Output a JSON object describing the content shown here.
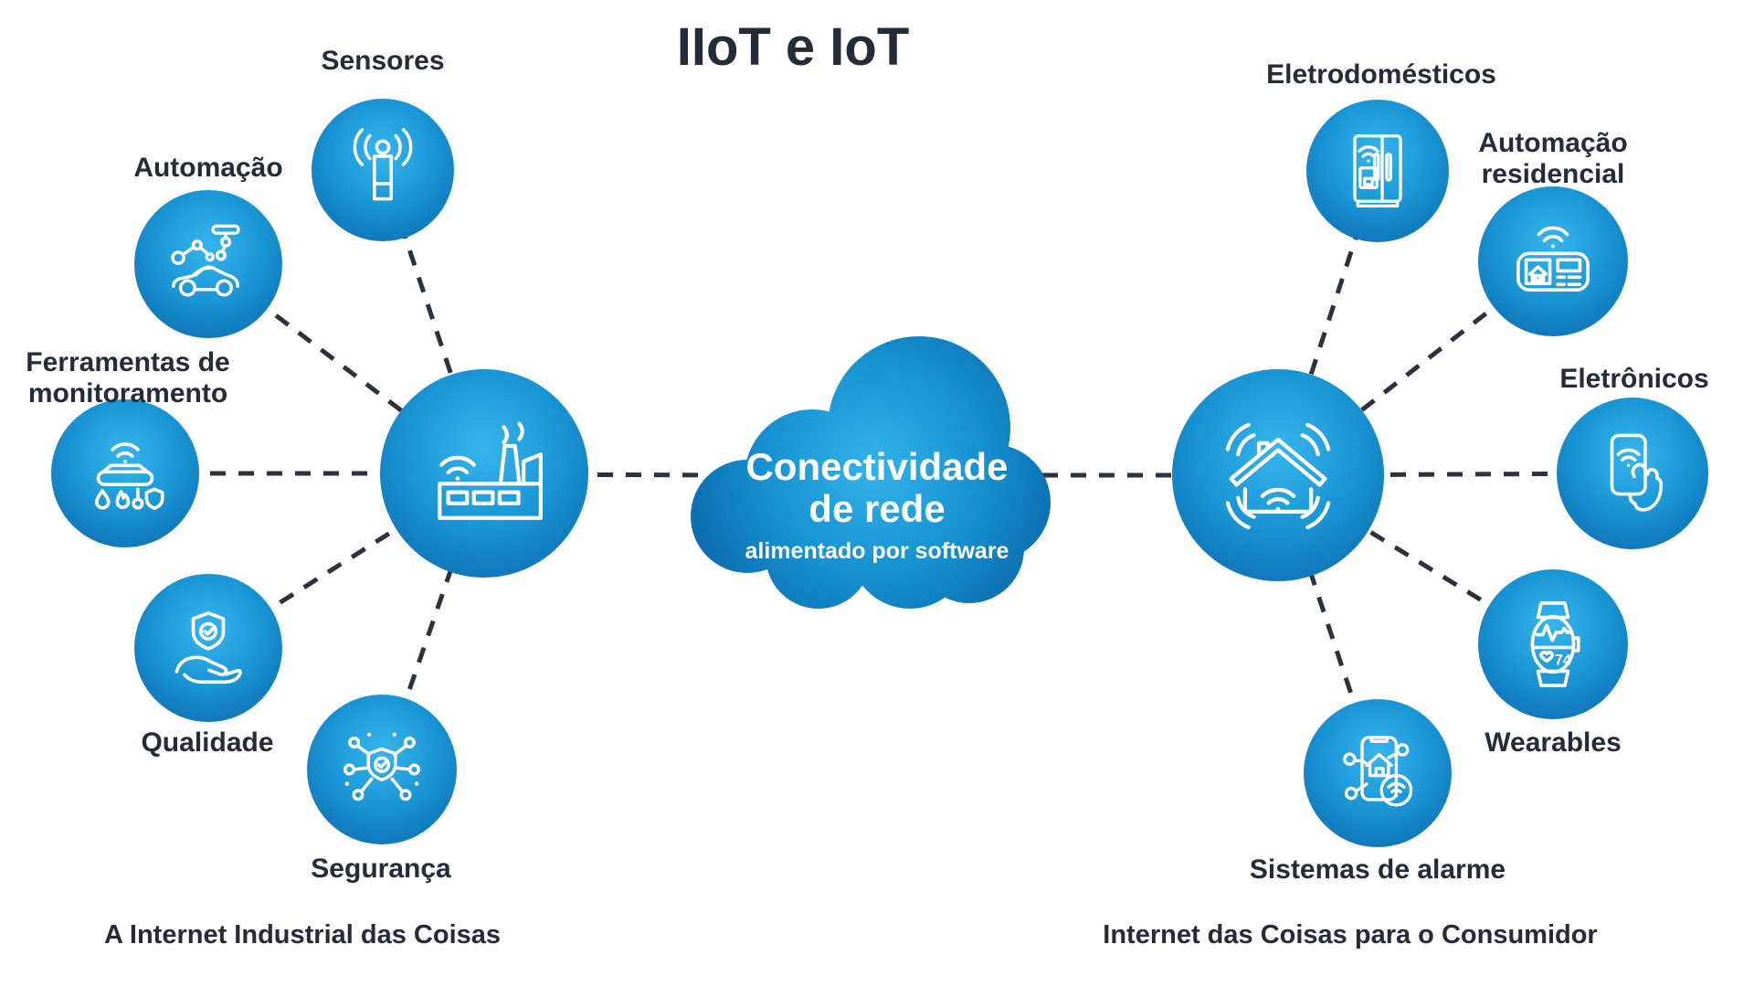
{
  "title": "IIoT e IoT",
  "colors": {
    "text": "#242c3a",
    "connector": "#2a323e",
    "node_blue_light": "#36b5ec",
    "node_blue_mid": "#1a96d6",
    "node_blue_dark": "#0a63a8",
    "icon_stroke": "#ffffff"
  },
  "cloud": {
    "line1": "Conectividade",
    "line2": "de rede",
    "line3": "alimentado por software",
    "icon": "cloud-shape"
  },
  "left_group": {
    "caption": "A Internet Industrial das Coisas",
    "hub": {
      "icon": "factory-icon"
    },
    "nodes": [
      {
        "label": "Sensores",
        "icon": "antenna-icon"
      },
      {
        "label": "Automação",
        "icon": "robot-arm-car-icon"
      },
      {
        "label": "Ferramentas de monitoramento",
        "icon": "environment-monitor-icon"
      },
      {
        "label": "Qualidade",
        "icon": "shield-hand-icon"
      },
      {
        "label": "Segurança",
        "icon": "shield-network-icon"
      }
    ]
  },
  "right_group": {
    "caption": "Internet das Coisas para o Consumidor",
    "hub": {
      "icon": "smart-home-icon"
    },
    "nodes": [
      {
        "label": "Eletrodomésticos",
        "icon": "smart-fridge-icon"
      },
      {
        "label": "Automação residencial",
        "icon": "smart-panel-icon"
      },
      {
        "label": "Eletrônicos",
        "icon": "phone-hand-icon"
      },
      {
        "label": "Wearables",
        "icon": "smartwatch-icon",
        "watch_value": "74"
      },
      {
        "label": "Sistemas de alarme",
        "icon": "alarm-system-icon"
      }
    ]
  }
}
